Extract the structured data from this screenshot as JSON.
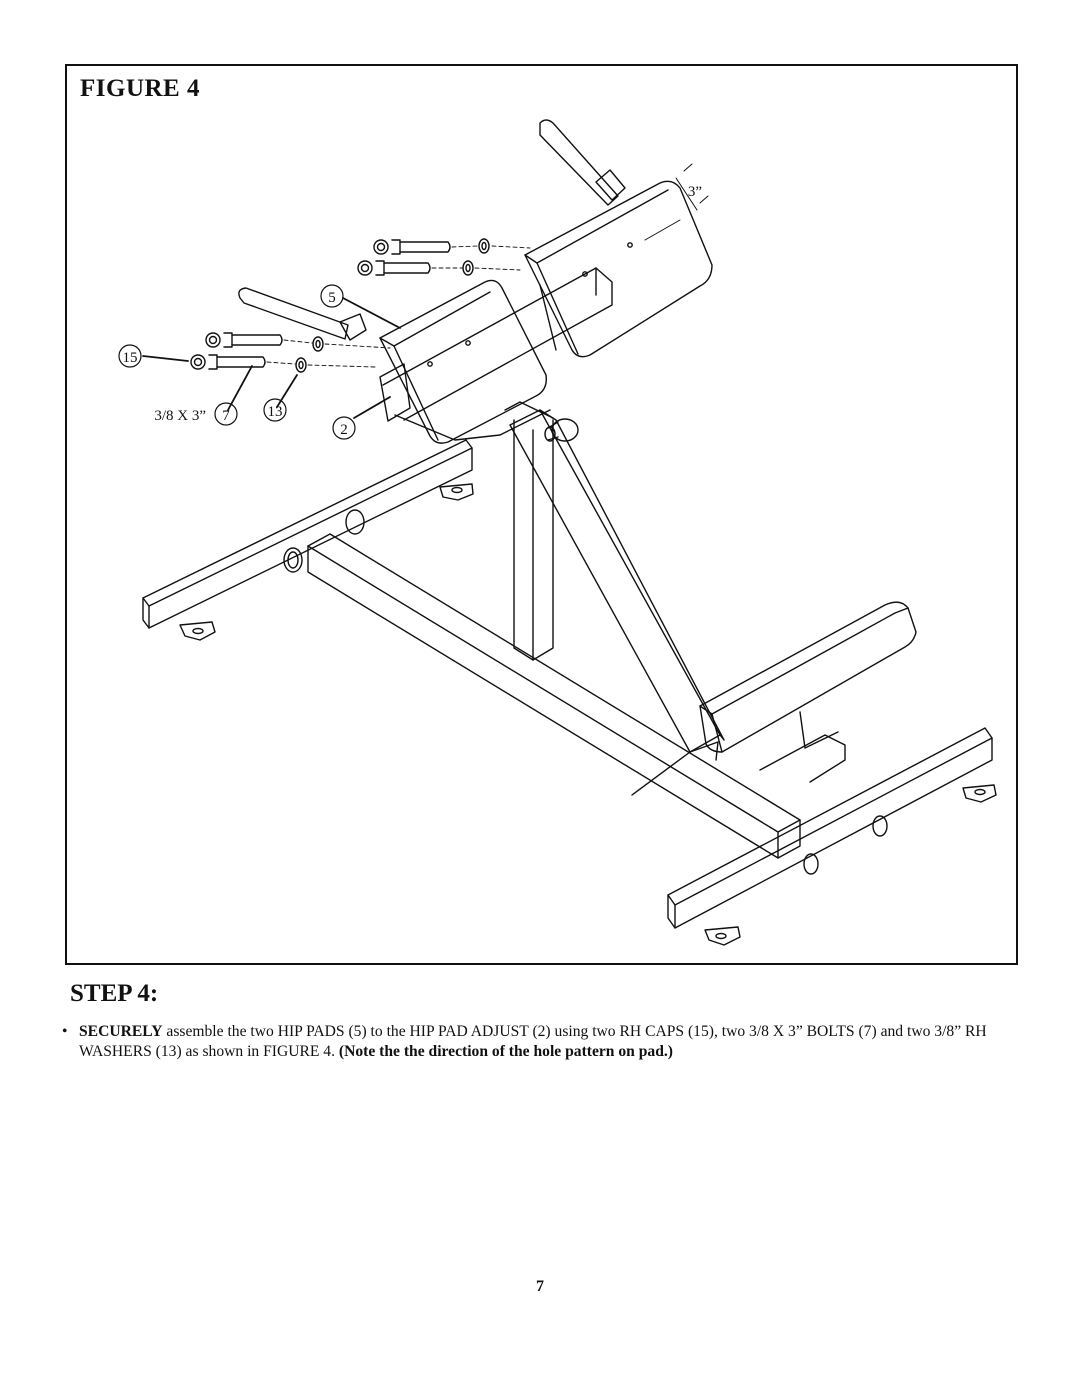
{
  "figure": {
    "title": "FIGURE 4",
    "callouts": {
      "hip_pad": "5",
      "rh_cap": "15",
      "bolt_size": "3/8 X 3”",
      "bolt": "7",
      "washer": "13",
      "hip_pad_adjust": "2",
      "hole_spacing": "3”"
    }
  },
  "step": {
    "heading": "STEP 4:",
    "bullet": "•",
    "lead": "SECURELY",
    "text": " assemble the two HIP PADS (5) to the HIP PAD ADJUST (2) using two RH CAPS (15), two 3/8 X 3” BOLTS (7) and two 3/8” RH WASHERS (13) as shown in FIGURE 4. ",
    "note": "(Note the the direction of the hole pattern on pad.)"
  },
  "page_number": "7"
}
